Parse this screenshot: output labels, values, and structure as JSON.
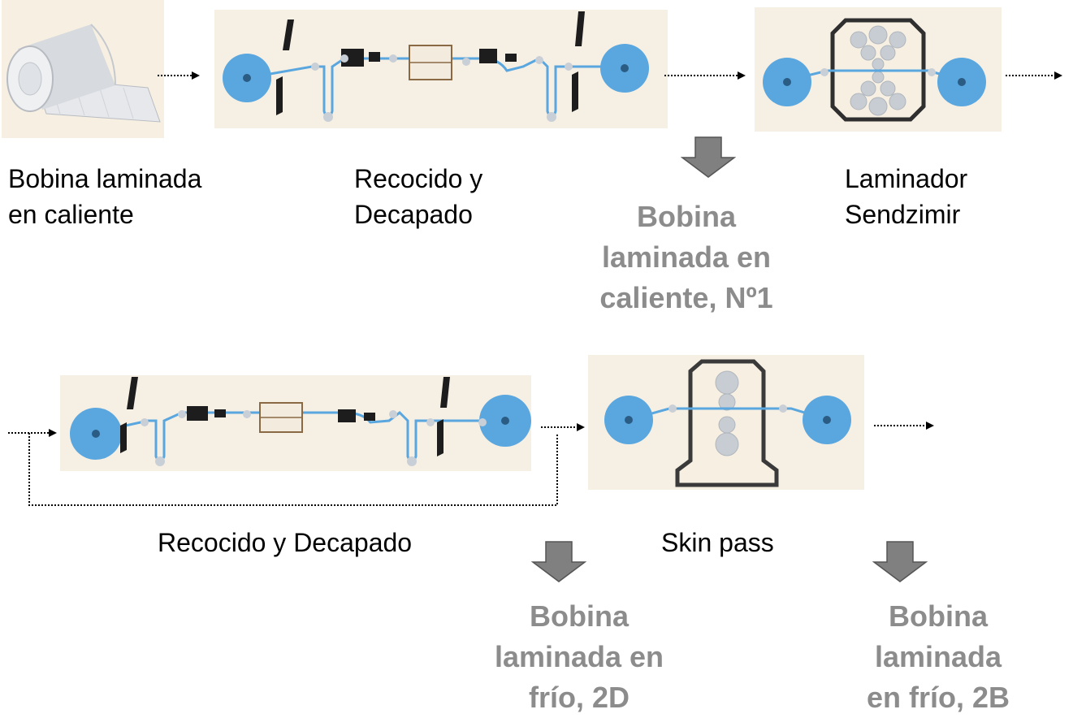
{
  "stages": {
    "hot_coil": "Bobina laminada\nen caliente",
    "anneal_pickle_1": "Recocido y\nDecapado",
    "sendzimir": "Laminador\nSendzimir",
    "anneal_pickle_2": "Recocido y Decapado",
    "skin_pass": "Skin pass"
  },
  "products": {
    "no1": "Bobina\nlaminada en\ncaliente, Nº1",
    "d2": "Bobina\nlaminada en\nfrío,  2D",
    "b2": "Bobina\nlaminada\nen frío, 2B"
  },
  "colors": {
    "coil_blue": "#5aa7e0",
    "panel_bg": "#f6efe3",
    "product_text": "#8c8c8c",
    "arrow_fill": "#808080"
  }
}
